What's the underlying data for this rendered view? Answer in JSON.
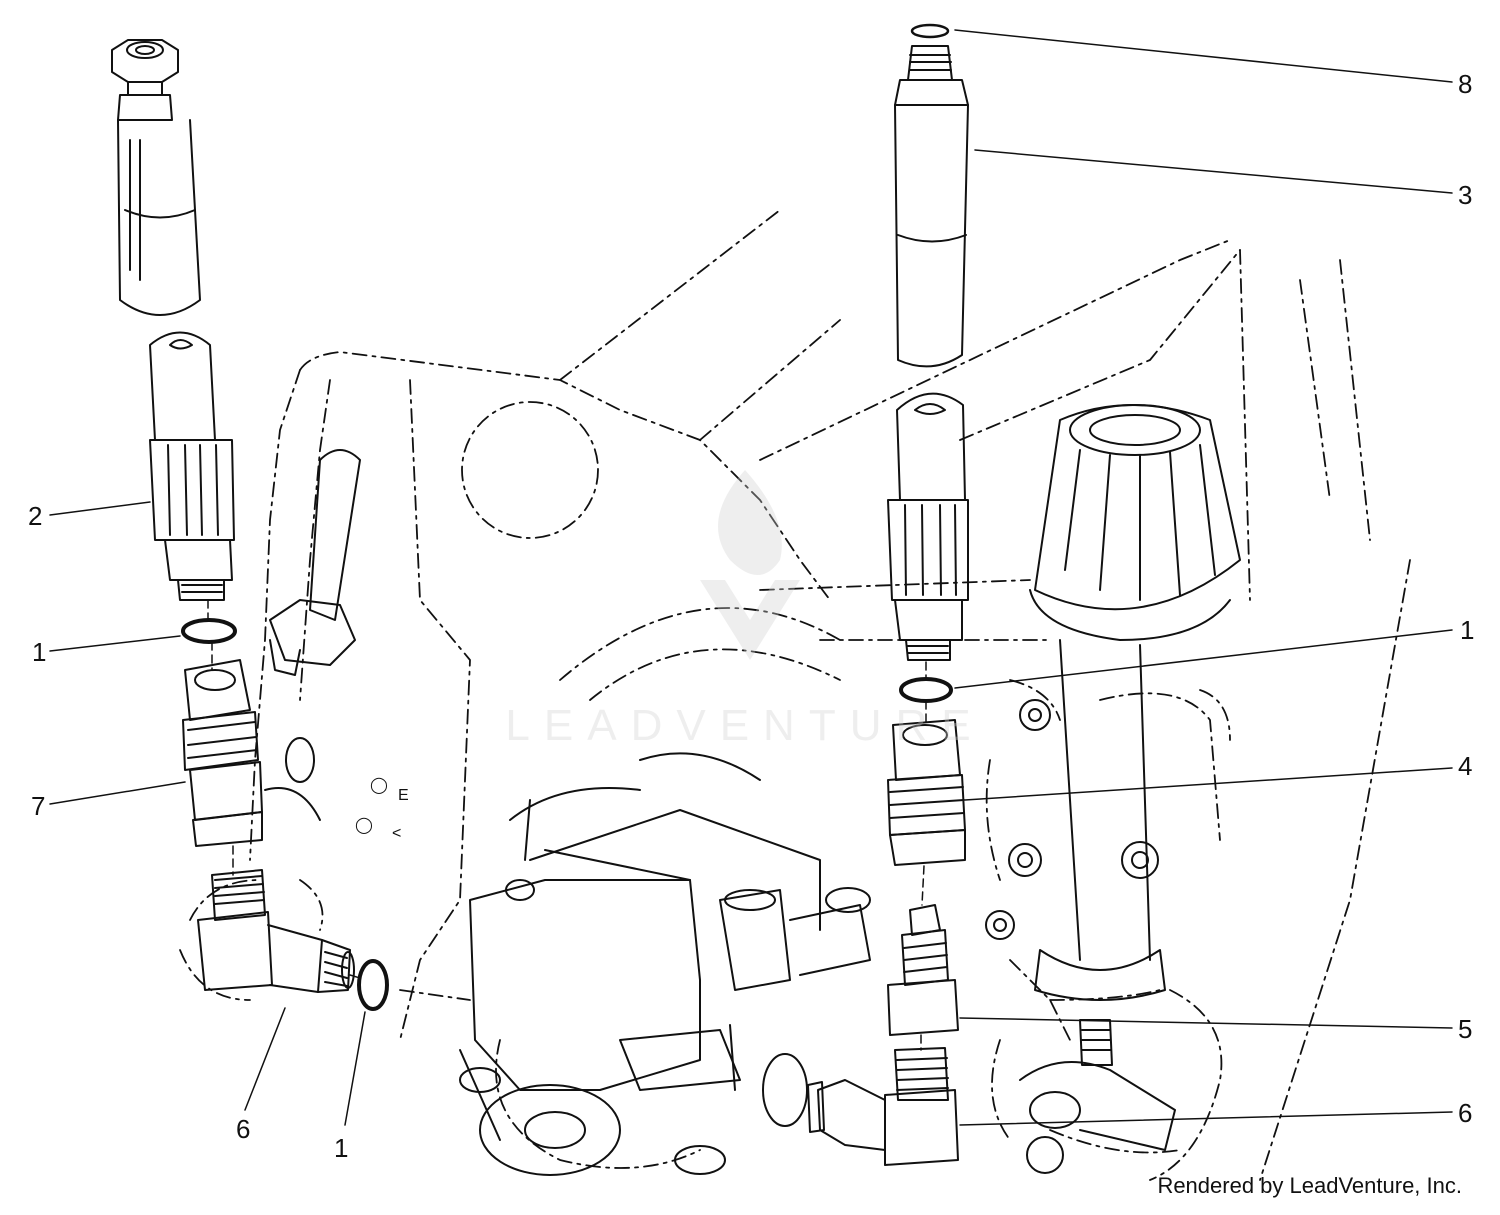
{
  "callouts": {
    "left_2": "2",
    "left_1": "1",
    "left_7": "7",
    "left_6": "6",
    "bottom_1": "1",
    "right_8": "8",
    "right_3": "3",
    "right_1": "1",
    "right_4": "4",
    "right_5": "5",
    "right_6": "6"
  },
  "watermark": "LEADVENTURE",
  "credit": "Rendered by LeadVenture, Inc.",
  "colors": {
    "ink": "#111111",
    "watermark": "#d9d9d9",
    "background": "#ffffff"
  }
}
